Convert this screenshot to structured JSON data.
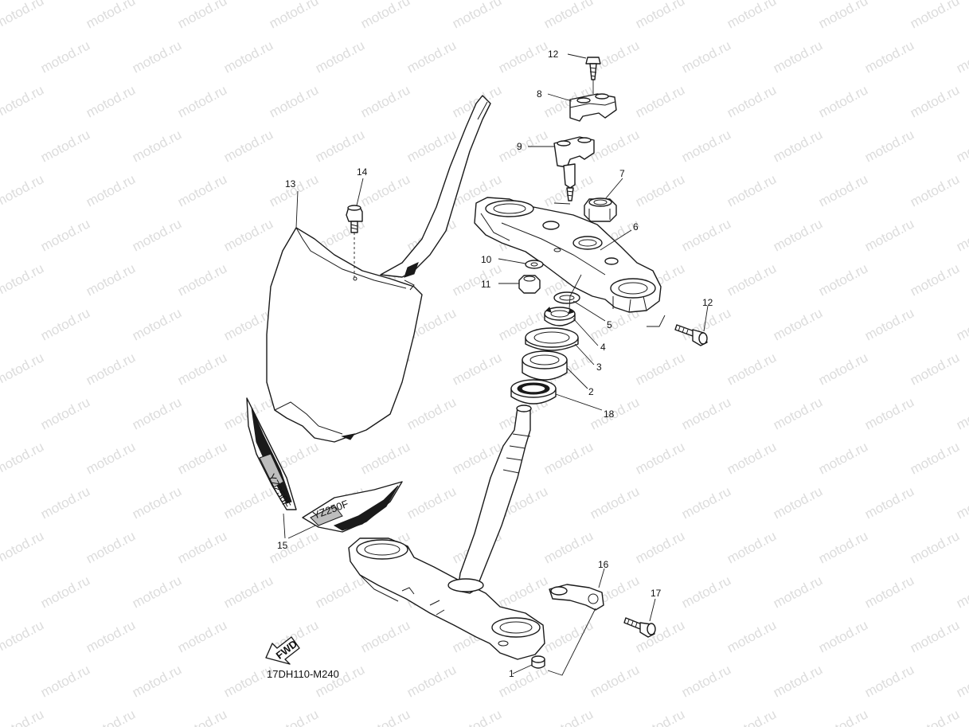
{
  "watermark": {
    "text": "motod.ru",
    "color": "#dcdcdc"
  },
  "diagram_code": "17DH110-M240",
  "fwd_label": "FWD",
  "decal_text": "YZ250F",
  "callouts": [
    "1",
    "2",
    "3",
    "4",
    "5",
    "6",
    "7",
    "8",
    "9",
    "10",
    "11",
    "12",
    "12",
    "13",
    "14",
    "15",
    "16",
    "17",
    "18"
  ],
  "colors": {
    "line": "#1a1a1a",
    "background": "#ffffff"
  }
}
